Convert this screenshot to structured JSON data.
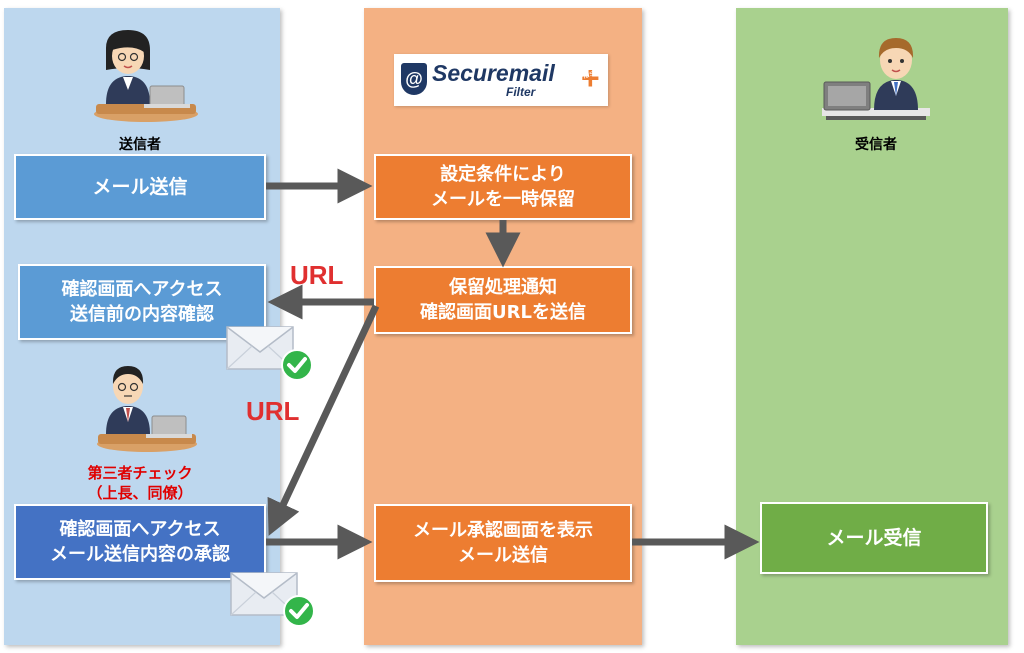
{
  "lanes": {
    "sender": {
      "label": "送信者"
    },
    "receiver": {
      "label": "受信者"
    }
  },
  "logo": {
    "at_symbol": "@",
    "name": "Securemail",
    "sub": "Filter",
    "plus_mark": "+",
    "plus_word": "Plus"
  },
  "boxes": {
    "mail_send": "メール送信",
    "hold": "設定条件により\nメールを一時保留",
    "notify": "保留処理通知\n確認画面URLを送信",
    "confirm_access": "確認画面へアクセス\n送信前の内容確認",
    "approve_access": "確認画面へアクセス\nメール送信内容の承認",
    "approve_display": "メール承認画面を表示\nメール送信",
    "receive": "メール受信"
  },
  "third_party": {
    "title": "第三者チェック",
    "sub": "（上長、同僚）"
  },
  "url_labels": {
    "first": "URL",
    "second": "URL"
  },
  "colors": {
    "sender_lane": "#bdd7ee",
    "filter_lane": "#f4b183",
    "receiver_lane": "#a9d18e",
    "blue_box": "#5b9bd5",
    "dark_blue_box": "#4472c4",
    "orange_box": "#ed7d31",
    "green_box": "#70ad47",
    "arrow": "#595959",
    "url_red": "#e03030",
    "check_green": "#33b54a"
  },
  "icons": [
    "person-woman-laptop-icon",
    "person-man-laptop-icon",
    "person-boss-laptop-icon",
    "envelope-icon",
    "checkmark-icon",
    "arrow-icon"
  ]
}
